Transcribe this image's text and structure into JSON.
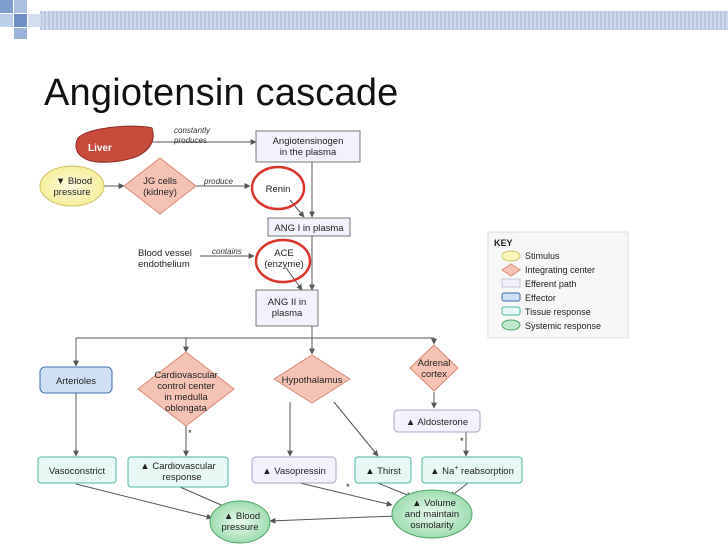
{
  "slide_title": "Angiotensin cascade",
  "colors": {
    "stimulus": "#fbf6b7",
    "stimulus_stroke": "#cfc36a",
    "integrating": "#f6c2b3",
    "integrating_stroke": "#d98a73",
    "efferent": "#f3f1fb",
    "efferent_stroke": "#a8a3c8",
    "effector": "#cfe0f6",
    "effector_stroke": "#3b6ea8",
    "tissue": "#e7f8f4",
    "tissue_stroke": "#49b8a6",
    "systemic": "#bfeacb",
    "systemic_stroke": "#4aa866",
    "liver": "#c94b3c",
    "highlight": "#d8362b",
    "line": "#555555"
  },
  "nodes": {
    "liver": "Liver",
    "constantly": [
      "constantly",
      "produces"
    ],
    "angiotensinogen": [
      "Angiotensinogen",
      "in the plasma"
    ],
    "blood_pressure_stim": [
      "Blood",
      "pressure"
    ],
    "jg_cells": [
      "JG cells",
      "(kidney)"
    ],
    "produce": "produce",
    "renin": "Renin",
    "ang1": "ANG I in plasma",
    "vessel": [
      "Blood vessel",
      "endothelium"
    ],
    "contains": "contains",
    "ace": [
      "ACE",
      "(enzyme)"
    ],
    "ang2": [
      "ANG II in",
      "plasma"
    ],
    "arterioles": "Arterioles",
    "cv_center": [
      "Cardiovascular",
      "control center",
      "in medulla",
      "oblongata"
    ],
    "hypothalamus": "Hypothalamus",
    "adrenal": [
      "Adrenal",
      "cortex"
    ],
    "aldosterone": "Aldosterone",
    "vasoconstrict": "Vasoconstrict",
    "cv_response": [
      "Cardiovascular",
      "response"
    ],
    "vasopressin": "Vasopressin",
    "thirst": "Thirst",
    "na_reabsorption": "Na",
    "na_reabsorption_sup": "+",
    "na_reabsorption_tail": " reabsorption",
    "blood_pressure_out": [
      "Blood",
      "pressure"
    ],
    "volume": [
      "Volume",
      "and maintain",
      "osmolarity"
    ],
    "asterisk": "*"
  },
  "key": {
    "title": "KEY",
    "items": [
      "Stimulus",
      "Integrating center",
      "Efferent path",
      "Effector",
      "Tissue response",
      "Systemic response"
    ]
  }
}
